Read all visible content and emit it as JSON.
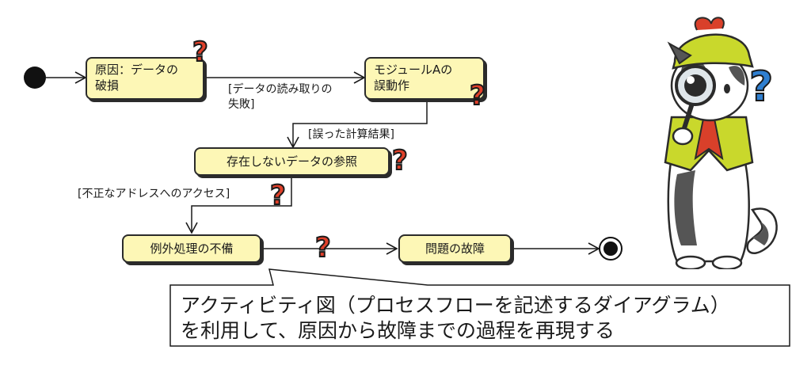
{
  "nodes": {
    "cause_data_corruption": {
      "line1": "原因：データの",
      "line2": "破損"
    },
    "module_a_malfunction": {
      "line1": "モジュールAの",
      "line2": "誤動作"
    },
    "nonexistent_data_ref": "存在しないデータの参照",
    "exception_handling_defect": "例外処理の不備",
    "problem_failure": "問題の故障"
  },
  "guards": {
    "read_failure": {
      "line1": "[データの読み取りの",
      "line2": "失敗]"
    },
    "wrong_calc_result": "[誤った計算結果]",
    "invalid_address_access": "[不正なアドレスへのアクセス]"
  },
  "question_mark": "?",
  "callout": {
    "line1": "アクティビティ図（プロセスフローを記述するダイアグラム）",
    "line2": "を利用して、原因から故障までの過程を再現する"
  },
  "colors": {
    "node_fill": "#fdf7b6",
    "question_mark": "#e0402a",
    "detective_question_mark": "#2f7fd0",
    "detective_hat": "#c9d82c",
    "detective_vest": "#c9d82c",
    "detective_tie": "#d9402a"
  }
}
